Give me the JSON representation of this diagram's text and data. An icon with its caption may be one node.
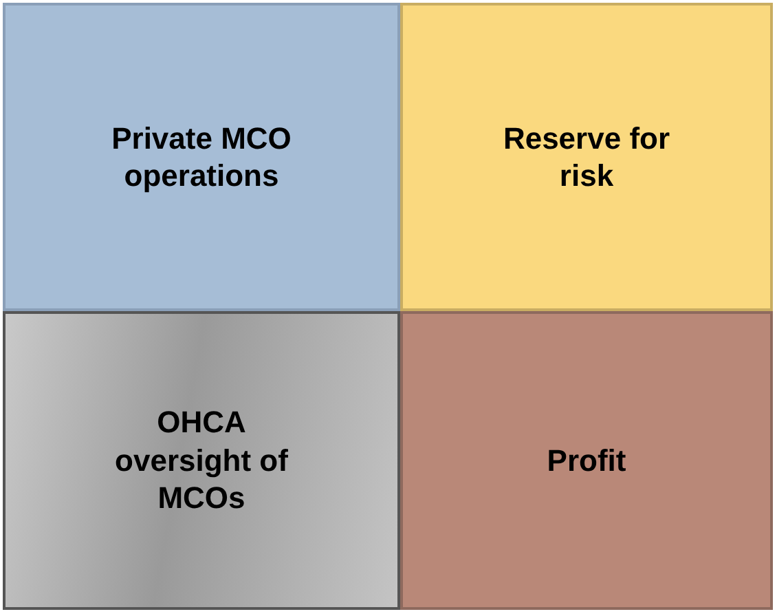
{
  "diagram": {
    "nodes": [
      {
        "text": [
          "Private MCO operations"
        ]
      },
      {
        "text": [
          "Reserve for risk"
        ]
      },
      {
        "text": [
          "OHCA oversight of MCOs"
        ]
      },
      {
        "text": [
          "Profit"
        ]
      }
    ]
  }
}
